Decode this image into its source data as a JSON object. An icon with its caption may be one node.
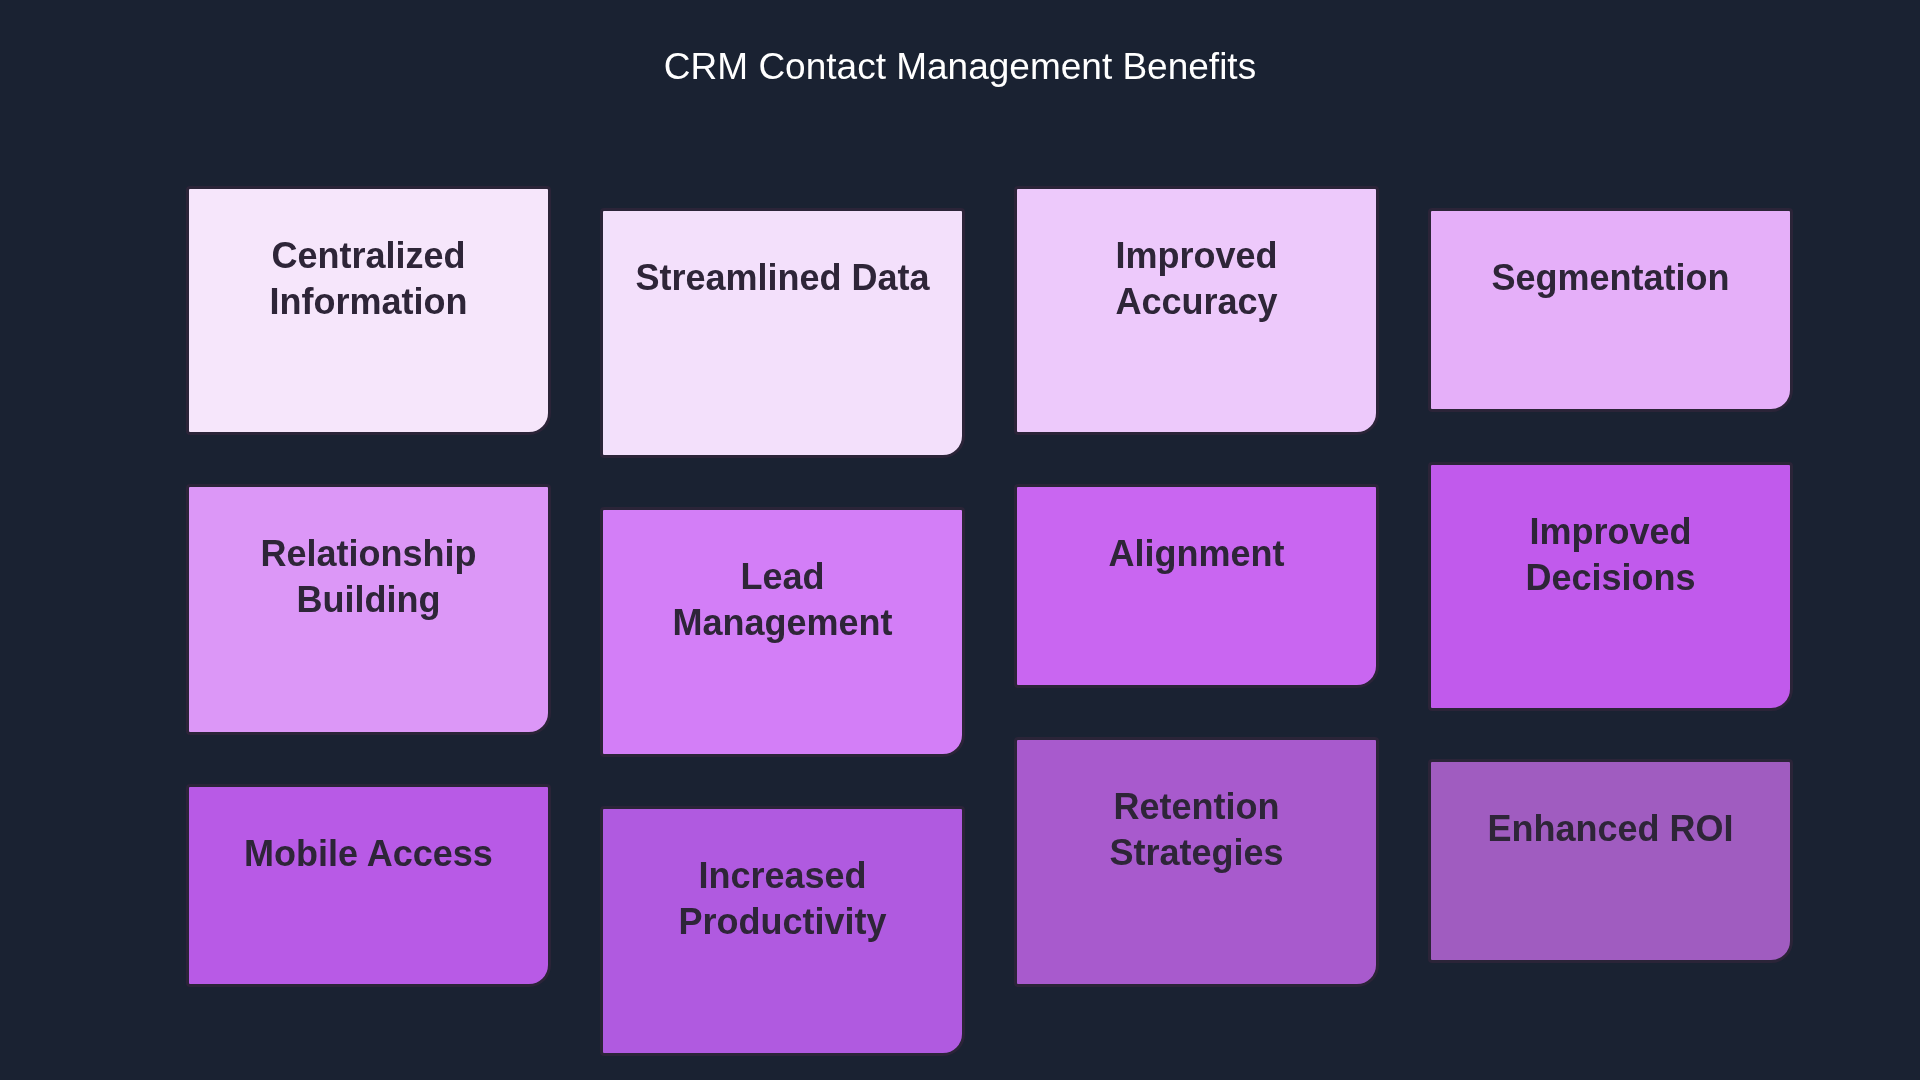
{
  "diagram": {
    "title": "CRM Contact Management Benefits",
    "nodes": [
      {
        "text": [
          "Centralized Information"
        ]
      },
      {
        "text": [
          "Streamlined Data"
        ]
      },
      {
        "text": [
          "Improved Accuracy"
        ]
      },
      {
        "text": [
          "Segmentation"
        ]
      },
      {
        "text": [
          "Relationship Building"
        ]
      },
      {
        "text": [
          "Lead Management"
        ]
      },
      {
        "text": [
          "Alignment"
        ]
      },
      {
        "text": [
          "Improved Decisions"
        ]
      },
      {
        "text": [
          "Mobile Access"
        ]
      },
      {
        "text": [
          "Increased Productivity"
        ]
      },
      {
        "text": [
          "Retention Strategies"
        ]
      },
      {
        "text": [
          "Enhanced ROI"
        ]
      }
    ]
  }
}
